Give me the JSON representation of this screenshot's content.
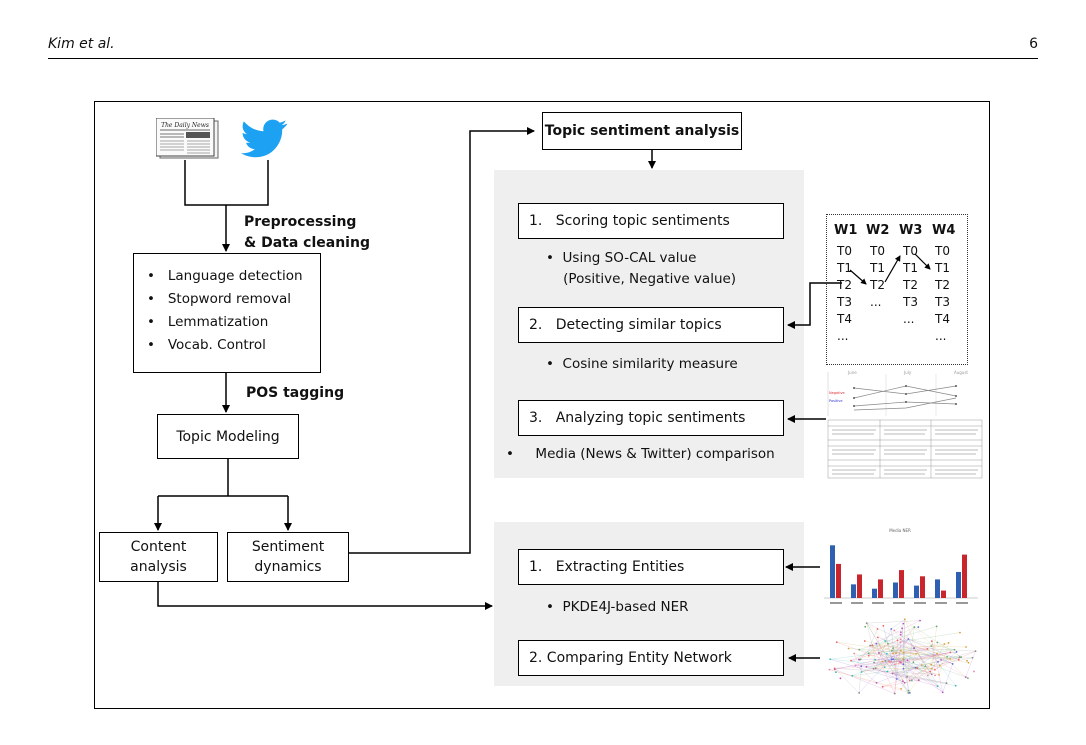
{
  "header": {
    "author": "Kim et al.",
    "page_number": "6"
  },
  "left": {
    "preprocessing_label": "Preprocessing\n& Data cleaning",
    "preprocessing_list": [
      "Language detection",
      "Stopword removal",
      "Lemmatization",
      "Vocab. Control"
    ],
    "pos_label": "POS tagging",
    "topic_modeling": "Topic Modeling",
    "content_analysis": "Content\nanalysis",
    "sentiment_dynamics": "Sentiment\ndynamics"
  },
  "topic_panel": {
    "title": "Topic sentiment analysis",
    "step1": "1.   Scoring topic sentiments",
    "step1_bullet": "•  Using SO-CAL value\n    (Positive, Negative value)",
    "step2": "2.   Detecting similar topics",
    "step2_bullet": "•  Cosine similarity measure",
    "step3": "3.   Analyzing topic sentiments",
    "step3_bullet": "•     Media (News & Twitter) comparison"
  },
  "entity_panel": {
    "step1": "1.   Extracting Entities",
    "step1_bullet": "•  PKDE4J-based NER",
    "step2": "2. Comparing Entity Network"
  },
  "window_table": {
    "headers": [
      "W1",
      "W2",
      "W3",
      "W4"
    ],
    "columns": [
      [
        "T0",
        "T1",
        "T2",
        "T3",
        "T4",
        "..."
      ],
      [
        "T0",
        "T1",
        "T2",
        "..."
      ],
      [
        "T0",
        "T1",
        "T2",
        "T3",
        "..."
      ],
      [
        "T0",
        "T1",
        "T2",
        "T3",
        "T4",
        "..."
      ]
    ]
  },
  "colors": {
    "panel": "#efefef",
    "twitter": "#1da1f2",
    "bar_blue": "#2f5fb0",
    "bar_red": "#c8252c"
  }
}
